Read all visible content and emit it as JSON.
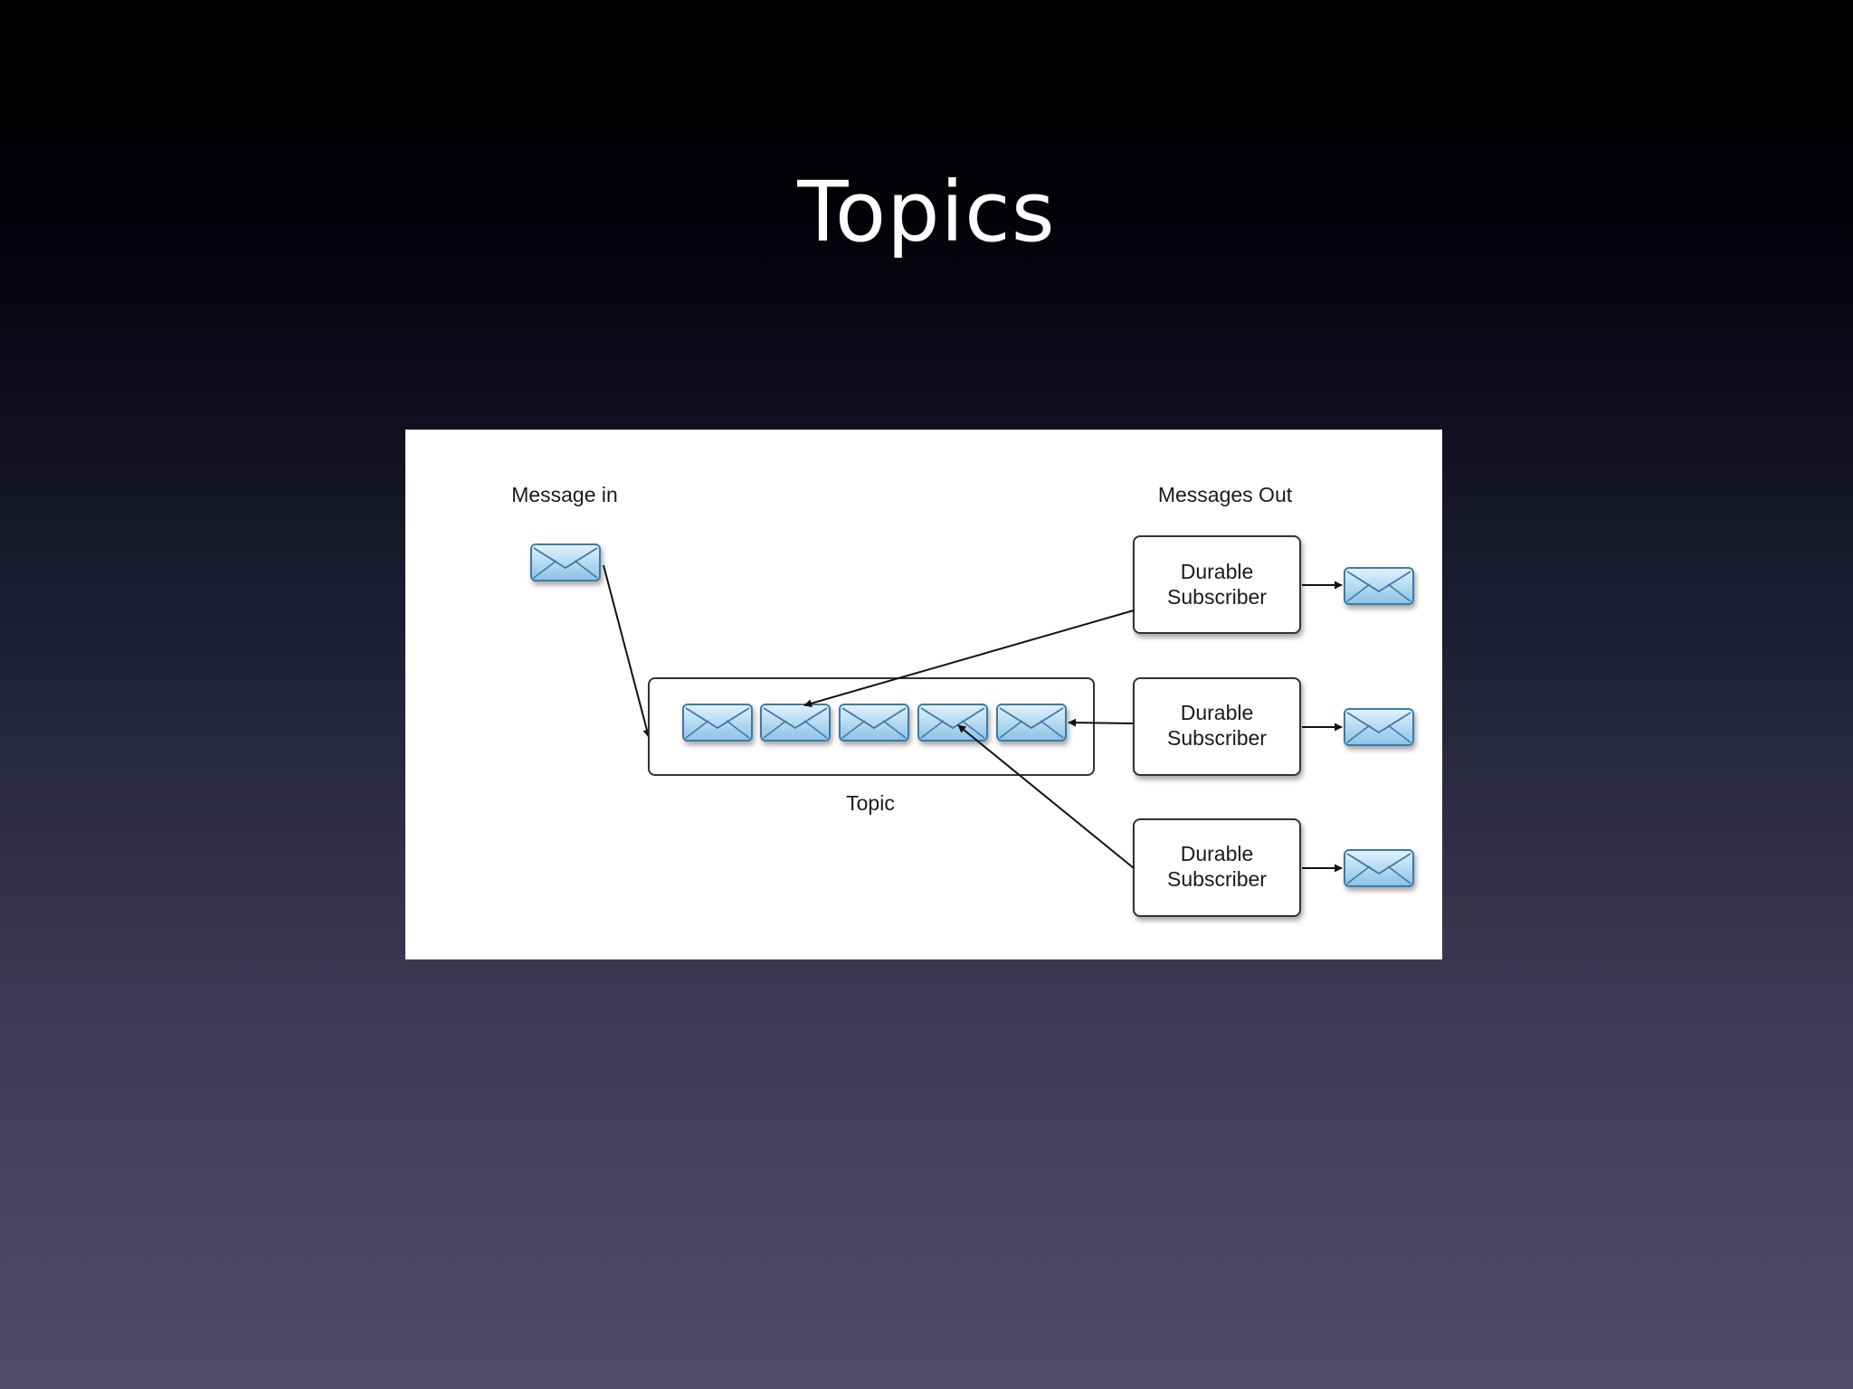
{
  "slide": {
    "title": "Topics"
  },
  "diagram": {
    "message_in_label": "Message in",
    "messages_out_label": "Messages Out",
    "topic_label": "Topic",
    "subscribers": [
      {
        "line1": "Durable",
        "line2": "Subscriber"
      },
      {
        "line1": "Durable",
        "line2": "Subscriber"
      },
      {
        "line1": "Durable",
        "line2": "Subscriber"
      }
    ],
    "queued_message_count": 5,
    "colors": {
      "envelope_fill_top": "#d6ecfa",
      "envelope_fill_bottom": "#8fc3e6",
      "envelope_stroke": "#3d7aa8",
      "box_stroke": "#333333",
      "arrow": "#111111",
      "panel_background": "#ffffff"
    },
    "icons": [
      "envelope-icon",
      "arrow-icon"
    ]
  }
}
